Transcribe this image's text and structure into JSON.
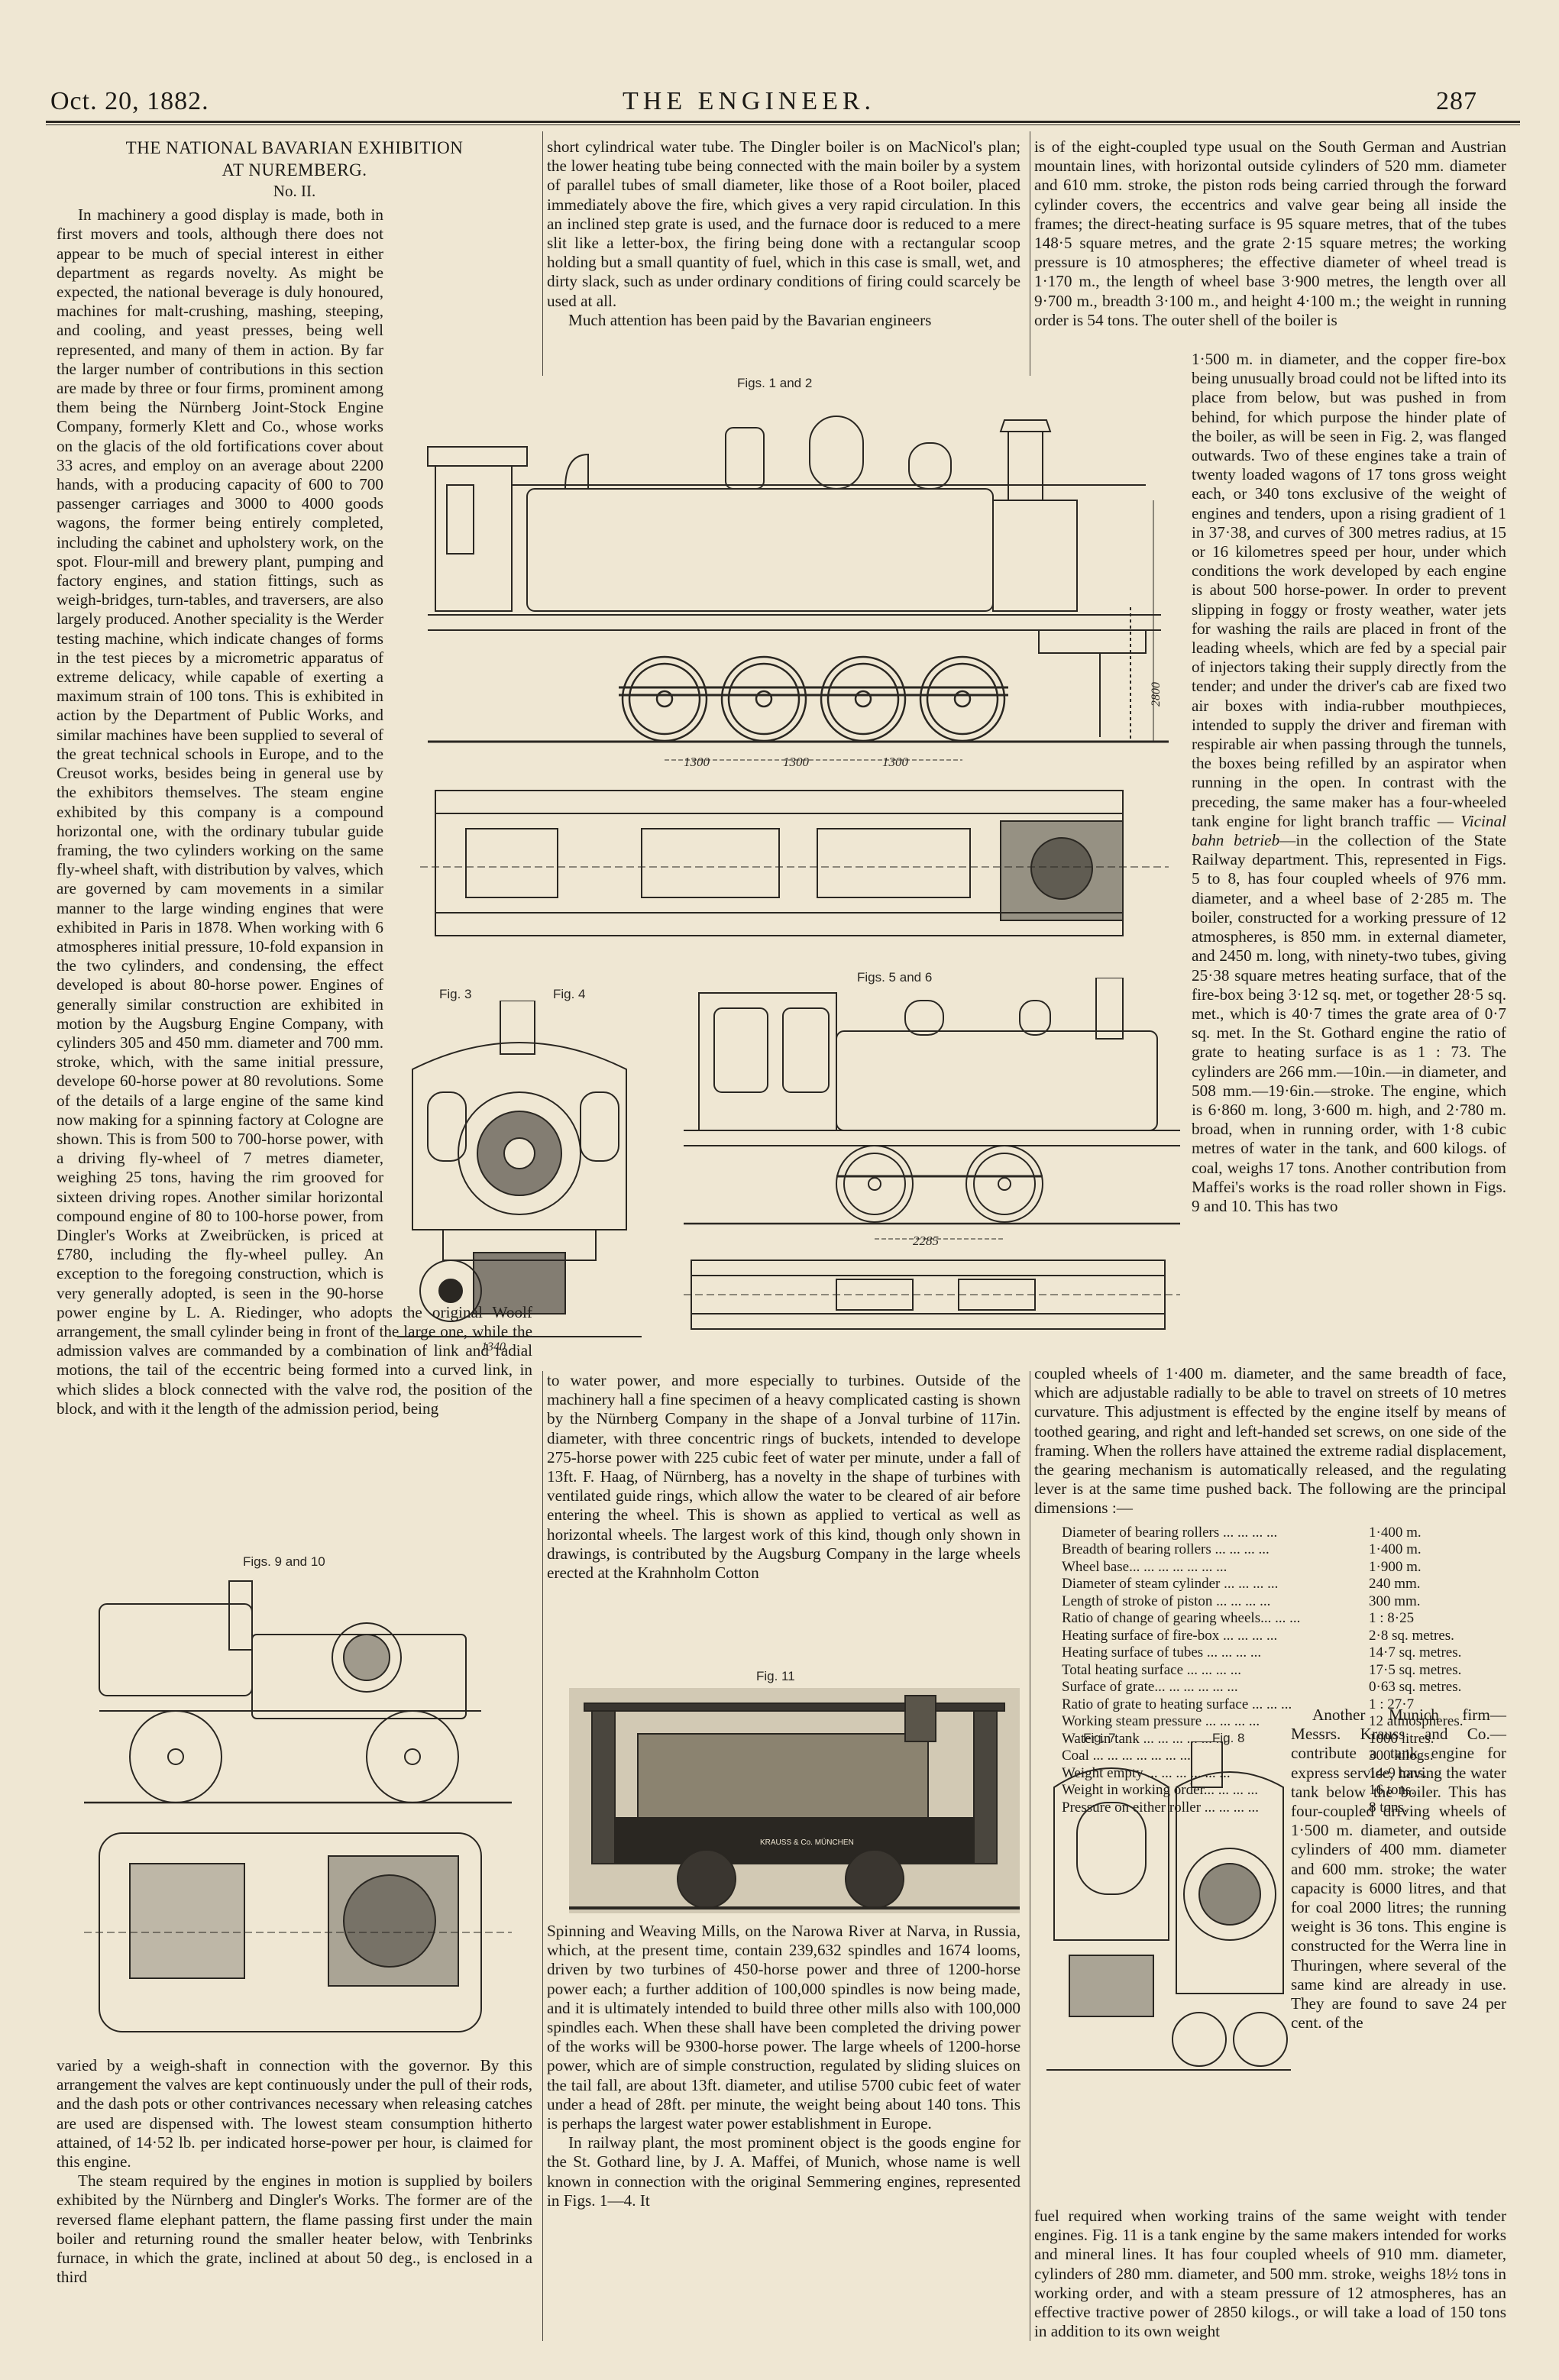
{
  "header": {
    "date": "Oct. 20, 1882.",
    "journal": "THE ENGINEER.",
    "page_number": "287"
  },
  "article": {
    "title_line1": "THE NATIONAL BAVARIAN EXHIBITION",
    "title_line2": "AT NUREMBERG.",
    "part": "No. II."
  },
  "col1": {
    "p1": "In machinery a good display is made, both in first movers and tools, although there does not appear to be much of special interest in either department as regards novelty. As might be expected, the national beverage is duly honoured, machines for malt-crushing, mashing, steeping, and cooling, and yeast presses, being well represented, and many of them in action. By far the larger number of contributions in this section are made by three or four firms, prominent among them being the Nürnberg Joint-Stock Engine Company, formerly Klett and Co., whose works on the glacis of the old fortifications cover about 33 acres, and employ on an average about 2200 hands, with a producing capacity of 600 to 700 passenger carriages and 3000 to 4000 goods wagons, the former being entirely completed, including the cabinet and upholstery work, on the spot. Flour-mill and brewery plant, pumping and factory engines, and station fittings, such as weigh-bridges, turn-tables, and traversers, are also largely produced. Another speciality is the Werder testing machine, which indicate changes of forms in the test pieces by a micrometric apparatus of extreme delicacy, while capable of exerting a maximum strain of 100 tons. This is exhibited in action by the Department of Public Works, and similar machines have been supplied to several of the great technical schools in Europe, and to the Creusot works, besides being in general use by the exhibitors themselves. The steam engine exhibited by this company is a compound horizontal one, with the ordinary tubular guide framing, the two cylinders working on the same fly-wheel shaft, with distribution by valves, which are governed by cam movements in a similar manner to the large winding engines that were exhibited in Paris in 1878. When working with 6 atmospheres initial pressure, 10-fold expansion in the two cylinders, and condensing, the effect developed is about 80-horse power. Engines of generally similar construction are exhibited in motion by the Augsburg Engine Company, with cylinders 305 and 450 mm. diameter and 700 mm. stroke, which, with the same initial pressure, develope 60-horse power at 80 revolutions. Some of the details of a large engine of the same kind now making for a spinning factory at Cologne are shown. This is from 500 to 700-horse power, with a driving fly-wheel of 7 metres diameter, weighing 25 tons, having the rim grooved for sixteen driving ropes. Another similar horizontal compound engine of 80 to 100-horse power, from Dingler's Works at Zweibrücken, is priced at £780, including the fly-wheel pulley. An exception to the foregoing construction, which is very generally adopted, is seen in the 90-horse power engine by L. A. Riedinger, who adopts the original Woolf arrangement, the small cylinder being in front of the large one, while the admission valves are commanded by a combination of link and radial motions, the tail of the eccentric being formed into a curved link, in which slides a block connected with the valve rod, the position of the block, and with it the length of the admission period, being",
    "p2": "varied by a weigh-shaft in connection with the governor. By this arrangement the valves are kept continuously under the pull of their rods, and the dash pots or other contrivances necessary when releasing catches are used are dispensed with. The lowest steam consumption hitherto attained, of 14·52 lb. per indicated horse-power per hour, is claimed for this engine.",
    "p3": "The steam required by the engines in motion is supplied by boilers exhibited by the Nürnberg and Dingler's Works. The former are of the reversed flame elephant pattern, the flame passing first under the main boiler and returning round the smaller heater below, with Tenbrinks furnace, in which the grate, inclined at about 50 deg., is enclosed in a third"
  },
  "col2": {
    "p1": "short cylindrical water tube. The Dingler boiler is on MacNicol's plan; the lower heating tube being connected with the main boiler by a system of parallel tubes of small diameter, like those of a Root boiler, placed immediately above the fire, which gives a very rapid circulation. In this an inclined step grate is used, and the furnace door is reduced to a mere slit like a letter-box, the firing being done with a rectangular scoop holding but a small quantity of fuel, which in this case is small, wet, and dirty slack, such as under ordinary conditions of firing could scarcely be used at all.",
    "p2": "Much attention has been paid by the Bavarian engineers",
    "p3": "to water power, and more especially to turbines. Outside of the machinery hall a fine specimen of a heavy complicated casting is shown by the Nürnberg Company in the shape of a Jonval turbine of 117in. diameter, with three concentric rings of buckets, intended to develope 275-horse power with 225 cubic feet of water per minute, under a fall of 13ft. F. Haag, of Nürnberg, has a novelty in the shape of turbines with ventilated guide rings, which allow the water to be cleared of air before entering the wheel. This is shown as applied to vertical as well as horizontal wheels. The largest work of this kind, though only shown in drawings, is contributed by the Augsburg Company in the large wheels erected at the Krahnholm Cotton",
    "p4": "Spinning and Weaving Mills, on the Narowa River at Narva, in Russia, which, at the present time, contain 239,632 spindles and 1674 looms, driven by two turbines of 450-horse power and three of 1200-horse power each; a further addition of 100,000 spindles is now being made, and it is ultimately intended to build three other mills also with 100,000 spindles each. When these shall have been completed the driving power of the works will be 9300-horse power. The large wheels of 1200-horse power, which are of simple construction, regulated by sliding sluices on the tail fall, are about 13ft. diameter, and utilise 5700 cubic feet of water under a head of 28ft. per minute, the weight being about 140 tons. This is perhaps the largest water power establishment in Europe.",
    "p5": "In railway plant, the most prominent object is the goods engine for the St. Gothard line, by J. A. Maffei, of Munich, whose name is well known in connection with the original Semmering engines, represented in Figs. 1—4. It"
  },
  "col3": {
    "p1": "is of the eight-coupled type usual on the South German and Austrian mountain lines, with horizontal outside cylinders of 520 mm. diameter and 610 mm. stroke, the piston rods being carried through the forward cylinder covers, the eccentrics and valve gear being all inside the frames; the direct-heating surface is 95 square metres, that of the tubes 148·5 square metres, and the grate 2·15 square metres; the working pressure is 10 atmospheres; the effective diameter of wheel tread is 1·170 m., the length of wheel base 3·900 metres, the length over all 9·700 m., breadth 3·100 m., and height 4·100 m.; the weight in running order is 54 tons. The outer shell of the boiler is",
    "p2": "1·500 m. in diameter, and the copper fire-box being unusually broad could not be lifted into its place from below, but was pushed in from behind, for which purpose the hinder plate of the boiler, as will be seen in Fig. 2, was flanged outwards. Two of these engines take a train of twenty loaded wagons of 17 tons gross weight each, or 340 tons exclusive of the weight of engines and tenders, upon a rising gradient of 1 in 37·38, and curves of 300 metres radius, at 15 or 16 kilometres speed per hour, under which conditions the work developed by each engine is about 500 horse-power. In order to prevent slipping in foggy or frosty weather, water jets for washing the rails are placed in front of the leading wheels, which are fed by a special pair of injectors taking their supply directly from the tender; and under the driver's cab are fixed two air boxes with india-rubber mouthpieces, intended to supply the driver and fireman with respirable air when passing through the tunnels, the boxes being refilled by an aspirator when running in the open. In contrast with the preceding, the same maker has a four-wheeled tank engine for light branch traffic —",
    "p2_ital": "Vicinal bahn betrieb",
    "p2b": "—in the collection of the State Railway department. This, represented in Figs. 5 to 8, has four coupled wheels of 976 mm. diameter, and a wheel base of 2·285 m. The boiler, constructed for a working pressure of 12 atmospheres, is 850 mm. in external diameter, and 2450 m. long, with ninety-two tubes, giving 25·38 square metres heating surface, that of the fire-box being 3·12 sq. met, or together 28·5 sq. met., which is 40·7 times the grate area of 0·7 sq. met. In the St. Gothard engine the ratio of grate to heating surface is as 1 : 73. The cylinders are 266 mm.—10in.—in diameter, and 508 mm.—19·6in.—stroke. The engine, which is 6·860 m. long, 3·600 m. high, and 2·780 m. broad, when in running order, with 1·8 cubic metres of water in the tank, and 600 kilogs. of coal, weighs 17 tons. Another contribution from Maffei's works is the road roller shown in Figs. 9 and 10. This has two",
    "p3": "coupled wheels of 1·400 m. diameter, and the same breadth of face, which are adjustable radially to be able to travel on streets of 10 metres curvature. This adjustment is effected by the engine itself by means of toothed gearing, and right and left-handed set screws, on one side of the framing. When the rollers have attained the extreme radial displacement, the gearing mechanism is automatically released, and the regulating lever is at the same time pushed back. The following are the principal dimensions :—",
    "dims": [
      {
        "label": "Diameter of bearing rollers  ...  ...  ...  ...",
        "value": "1·400 m."
      },
      {
        "label": "Breadth of bearing rollers  ...  ...  ...  ...",
        "value": "1·400 m."
      },
      {
        "label": "Wheel base...  ...  ...  ...  ...  ...  ...",
        "value": "1·900 m."
      },
      {
        "label": "Diameter of steam cylinder  ...  ...  ...  ...",
        "value": "240 mm."
      },
      {
        "label": "Length of stroke of piston  ...  ...  ...  ...",
        "value": "300 mm."
      },
      {
        "label": "Ratio of change of gearing wheels...  ...  ...",
        "value": "1 : 8·25"
      },
      {
        "label": "Heating surface of fire-box  ...  ...  ...  ...",
        "value": "2·8 sq. metres."
      },
      {
        "label": "Heating surface of tubes ...  ...  ...  ...",
        "value": "14·7 sq. metres."
      },
      {
        "label": "Total heating surface  ...  ...  ...  ...",
        "value": "17·5 sq. metres."
      },
      {
        "label": "Surface of grate...  ...  ...  ...  ...  ...",
        "value": "0·63 sq. metres."
      },
      {
        "label": "Ratio of grate to heating surface ...  ...  ...",
        "value": "1 : 27·7"
      },
      {
        "label": "Working steam pressure ...  ...  ...  ...",
        "value": "12 atmospheres."
      },
      {
        "label": "Water in tank ...  ...  ...  ...  ...  ...",
        "value": "1000 litres."
      },
      {
        "label": "Coal  ...  ...  ...  ...  ...  ...  ...",
        "value": "300 kilogs."
      },
      {
        "label": "Weight empty ...  ...  ...  ...  ...  ...",
        "value": "14·9 tons."
      },
      {
        "label": "Weight in working order...  ...  ...  ...",
        "value": "16 tons."
      },
      {
        "label": "Pressure on either roller ...  ...  ...  ...",
        "value": "8 tons."
      }
    ],
    "p4": "Another Munich firm—Messrs. Krauss and Co.—contribute a tank engine for express service, having the water tank below the boiler. This has four-coupled driving wheels of 1·500 m. diameter, and outside cylinders of 400 mm. diameter and 600 mm. stroke; the water capacity is 6000 litres, and that for coal 2000 litres; the running weight is 36 tons. This engine is constructed for the Werra line in Thuringen, where several of the same kind are already in use. They are found to save 24 per cent. of the",
    "p5": "fuel required when working trains of the same weight with tender engines. Fig. 11 is a tank engine by the same makers intended for works and mineral lines. It has four coupled wheels of 910 mm. diameter, cylinders of 280 mm. diameter, and 500 mm. stroke, weighs 18½ tons in working order, and with a steam pressure of 12 atmospheres, has an effective tractive power of 2850 kilogs., or will take a load of 150 tons in addition to its own weight"
  },
  "figures": {
    "figs1_2": "Figs. 1 and 2",
    "fig3": "Fig. 3",
    "fig4": "Fig. 4",
    "figs5_6": "Figs. 5 and 6",
    "figs9_10": "Figs. 9 and 10",
    "fig11": "Fig. 11",
    "fig7": "Fig. 7",
    "fig8": "Fig. 8",
    "dim_1300a": "1300",
    "dim_1300b": "1300",
    "dim_1300c": "1300",
    "dim_2285": "2285",
    "dim_1340": "1340",
    "dim_2800": "2800",
    "plate_text": "KRAUSS & Co. MÜNCHEN"
  }
}
